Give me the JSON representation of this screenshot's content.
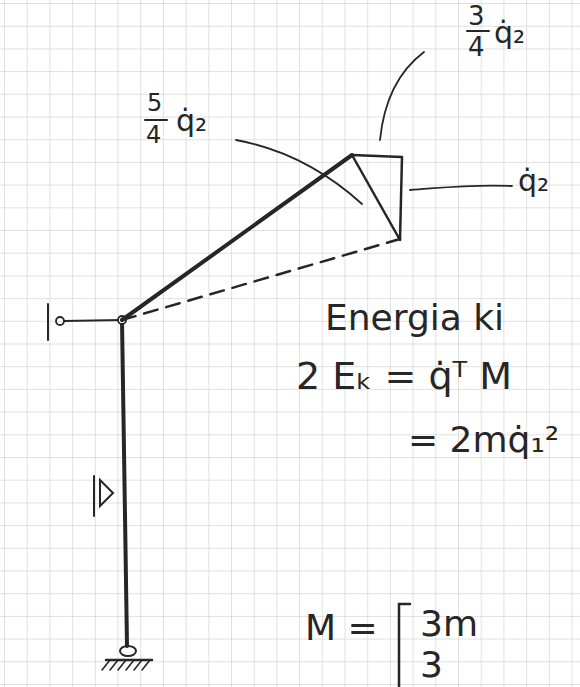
{
  "diagram": {
    "labels": [
      "3",
      "4",
      "q̇₂",
      "5",
      "4",
      "q̇₂",
      "q̇₂",
      "Energia ki",
      "2 Eₖ = q̇ᵀ M",
      "= 2mq̇₁²",
      "M =",
      "3m",
      "3"
    ]
  }
}
